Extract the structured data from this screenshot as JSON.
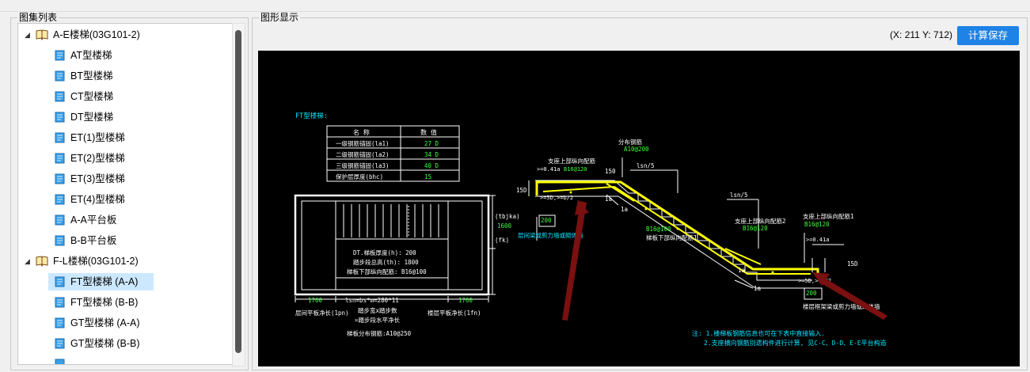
{
  "left_panel": {
    "title": "图集列表"
  },
  "right_panel": {
    "title": "图形显示",
    "coords": "(X: 211 Y: 712)",
    "save_label": "计算保存"
  },
  "tree": {
    "group1": {
      "label": "A-E楼梯(03G101-2)",
      "items": [
        "AT型楼梯",
        "BT型楼梯",
        "CT型楼梯",
        "DT型楼梯",
        "ET(1)型楼梯",
        "ET(2)型楼梯",
        "ET(3)型楼梯",
        "ET(4)型楼梯",
        "A-A平台板",
        "B-B平台板"
      ]
    },
    "group2": {
      "label": "F-L楼梯(03G101-2)",
      "items": [
        "FT型楼梯 (A-A)",
        "FT型楼梯 (B-B)",
        "GT型楼梯 (A-A)",
        "GT型楼梯 (B-B)"
      ]
    },
    "selected": "FT型楼梯 (A-A)"
  },
  "drawing": {
    "title": "FT型楼梯:",
    "table": {
      "headers": [
        "名 称",
        "数 值"
      ],
      "rows": [
        [
          "一级钢筋锚固(la1)",
          "27 D"
        ],
        [
          "二级钢筋锚固(la2)",
          "34 D"
        ],
        [
          "三级钢筋锚固(la3)",
          "40 D"
        ],
        [
          "保护层厚度(bhc)",
          "15"
        ]
      ]
    },
    "plan": {
      "thickness": "DT.梯板厚度(h): 200",
      "height": "踏步段总高(th): 1800",
      "bottom_rebar": "梯板下部纵向配筋: B16@100",
      "tbjka": "(tbjka)",
      "v1600": "1600",
      "fk": "(fk)",
      "dim_left": "1760",
      "dim_mid": "lsn=bs*m=280*11",
      "dim_right": "1760",
      "lpn": "层间平板净长(1pn)",
      "tread1": "踏步宽x踏步数",
      "tread2": "=踏步段水平净长",
      "lfn": "楼层平板净长(1fn)",
      "dist": "梯板分布钢筋:A10@250"
    },
    "section": {
      "fenbu": "分布钢筋",
      "fenbu_v": "A10@200",
      "top_rebar": "支座上部纵向配筋",
      "top_rebar_v": "B16@120",
      "dim041": ">=0.41a",
      "v150": "150",
      "lsn5a": "lsn/5",
      "lsn5b": "lsn/5",
      "v15d_l": "15D",
      "v15d_r": "15D",
      "b5d_l": ">=5D,>=b/2",
      "b5d_r": ">=5D,>=b/2",
      "v200_l": "200",
      "v200_r": "200",
      "la": "1a",
      "wall_l": "层间梁或剪力墙或砌体墙",
      "b16_100": "B16@100",
      "bottom_label": "梯板下部纵向配筋1",
      "top2": "支座上部纵向配筋2",
      "top2_v": "B16@120",
      "top1": "支座上部纵向配筋1",
      "top1_v": "B16@120",
      "dim041b": ">=0.41a",
      "wall_r": "楼层框架梁或剪力墙或砌体墙"
    },
    "notes": [
      "注: 1.楼梯板钢筋信息也可在下表中直接输入.",
      "2.支座横向钢筋别遗构件进行计算, 见C-C、D-D、E-E平台构造"
    ]
  },
  "colors": {
    "accent": "#1e82e6",
    "selection": "#cce8ff",
    "cad_cyan": "#00e5ff",
    "cad_green": "#3cff3c",
    "cad_yellow": "#ffff00",
    "arrow": "#7a1010"
  }
}
